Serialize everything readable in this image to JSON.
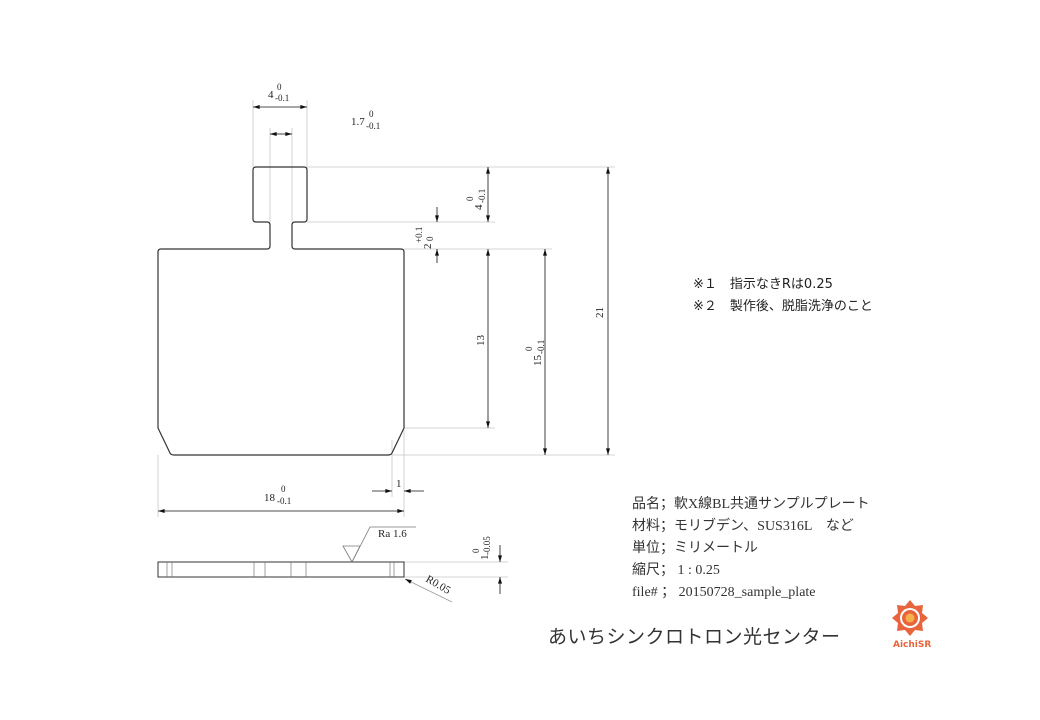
{
  "drawing": {
    "dimensions": {
      "tab_width": {
        "value": "4",
        "upper": "0",
        "lower": "-0.1"
      },
      "neck_width": {
        "value": "1.7",
        "upper": "0",
        "lower": "-0.1"
      },
      "tab_height": {
        "value": "4",
        "upper": "0",
        "lower": "-0.1"
      },
      "neck_height": {
        "value": "2",
        "upper": "+0.1",
        "lower": "0"
      },
      "straight_height": {
        "value": "13"
      },
      "body_height": {
        "value": "15",
        "upper": "0",
        "lower": "-0.1"
      },
      "total_height": {
        "value": "21"
      },
      "body_width": {
        "value": "18",
        "upper": "0",
        "lower": "-0.1"
      },
      "chamfer": {
        "value": "1"
      },
      "thickness": {
        "value": "1",
        "upper": "0",
        "lower": "-0.05"
      },
      "roughness": "Ra 1.6",
      "edge_radius": "R0.05"
    }
  },
  "notes": [
    "※１　指示なきRは0.25",
    "※２　製作後、脱脂洗浄のこと"
  ],
  "title_block": {
    "product": "品名；軟X線BL共通サンプルプレート",
    "material": "材料；モリブデン、SUS316L　など",
    "unit": "単位；ミリメートル",
    "scale": "縮尺； 1 : 0.25",
    "file": "file# ； 20150728_sample_plate"
  },
  "organization": "あいちシンクロトロン光センター",
  "logo": {
    "text": "AichiSR",
    "color": "#e8643c"
  }
}
